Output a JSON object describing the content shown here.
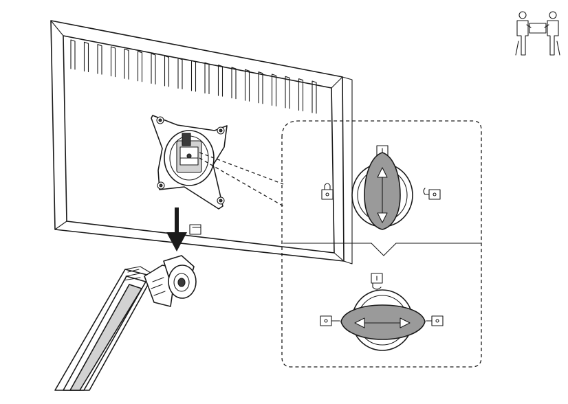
{
  "diagram": {
    "colors": {
      "line": "#1a1a1a",
      "lock_fill": "#9a9a9a",
      "background": "#ffffff"
    },
    "icons": {
      "top_right": "two-person-lift-icon",
      "mount_direction": "arrow-down-icon",
      "locks": [
        "lock-closed-icon",
        "lock-open-icon",
        "lock-hanging-icon"
      ]
    },
    "detail_panels": [
      {
        "name": "vertical-lock",
        "arrow": "vertical-double-arrow"
      },
      {
        "name": "horizontal-lock",
        "arrow": "horizontal-double-arrow"
      }
    ]
  }
}
